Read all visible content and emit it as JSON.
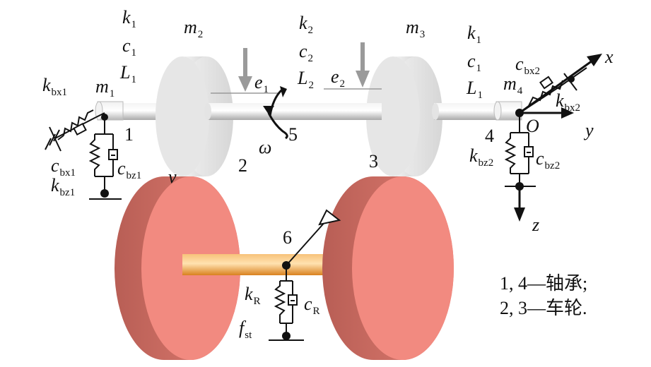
{
  "labels": {
    "k1_left": {
      "main": "k",
      "sub": "1"
    },
    "c1_left": {
      "main": "c",
      "sub": "1"
    },
    "L1_left": {
      "main": "L",
      "sub": "1"
    },
    "m2": {
      "main": "m",
      "sub": "2"
    },
    "k2": {
      "main": "k",
      "sub": "2"
    },
    "c2": {
      "main": "c",
      "sub": "2"
    },
    "L2": {
      "main": "L",
      "sub": "2"
    },
    "m3": {
      "main": "m",
      "sub": "3"
    },
    "k1_right": {
      "main": "k",
      "sub": "1"
    },
    "c1_right": {
      "main": "c",
      "sub": "1"
    },
    "L1_right": {
      "main": "L",
      "sub": "1"
    },
    "m1": {
      "main": "m",
      "sub": "1"
    },
    "m4": {
      "main": "m",
      "sub": "4"
    },
    "kbx1": {
      "main": "k",
      "sub": "bx1"
    },
    "cbx1": {
      "main": "c",
      "sub": "bx1"
    },
    "kbz1": {
      "main": "k",
      "sub": "bz1"
    },
    "cbz1": {
      "main": "c",
      "sub": "bz1"
    },
    "cbx2": {
      "main": "c",
      "sub": "bx2"
    },
    "kbx2": {
      "main": "k",
      "sub": "bx2"
    },
    "kbz2": {
      "main": "k",
      "sub": "bz2"
    },
    "cbz2": {
      "main": "c",
      "sub": "bz2"
    },
    "e1": {
      "main": "e",
      "sub": "1"
    },
    "e2": {
      "main": "e",
      "sub": "2"
    },
    "kR": {
      "main": "k",
      "sub": "R"
    },
    "cR": {
      "main": "c",
      "sub": "R"
    },
    "fst": {
      "main": "f",
      "sub": "st"
    },
    "omega": "ω",
    "v": "v",
    "x": "x",
    "y": "y",
    "z": "z",
    "O": "O",
    "n1": "1",
    "n2": "2",
    "n3": "3",
    "n4": "4",
    "n5": "5",
    "n6": "6"
  },
  "legend": {
    "line1": "1, 4—轴承;",
    "line2": "2, 3—车轮."
  },
  "colors": {
    "wheel_face": "#e6e6e6",
    "wheel_side": "#f5f5f5",
    "shaft": "#d8d8d8",
    "roller_face": "#f28a80",
    "roller_side": "#c76b60",
    "roller_axle": "#f0a040",
    "arrow_gray": "#9a9a9a",
    "line": "#111111"
  }
}
